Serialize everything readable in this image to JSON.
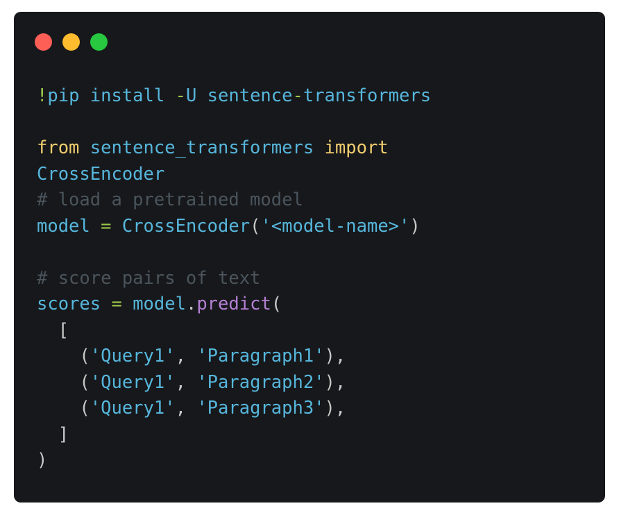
{
  "window": {
    "controls": [
      {
        "name": "close",
        "color": "#fd5f57"
      },
      {
        "name": "minimize",
        "color": "#febc2e"
      },
      {
        "name": "maximize",
        "color": "#28c840"
      }
    ],
    "background": "#17181b"
  },
  "code": {
    "language": "python",
    "lines": [
      [
        {
          "t": "operator",
          "v": "!"
        },
        {
          "t": "ident",
          "v": "pip install "
        },
        {
          "t": "operator",
          "v": "-"
        },
        {
          "t": "ident",
          "v": "U sentence"
        },
        {
          "t": "operator",
          "v": "-"
        },
        {
          "t": "ident",
          "v": "transformers"
        }
      ],
      [],
      [
        {
          "t": "keyword",
          "v": "from"
        },
        {
          "t": "ident",
          "v": " sentence_transformers "
        },
        {
          "t": "keyword",
          "v": "import"
        }
      ],
      [
        {
          "t": "ident",
          "v": "CrossEncoder"
        }
      ],
      [
        {
          "t": "comment",
          "v": "# load a pretrained model"
        }
      ],
      [
        {
          "t": "ident",
          "v": "model"
        },
        {
          "t": "default",
          "v": " "
        },
        {
          "t": "operator",
          "v": "="
        },
        {
          "t": "default",
          "v": " "
        },
        {
          "t": "ident",
          "v": "CrossEncoder"
        },
        {
          "t": "punct",
          "v": "("
        },
        {
          "t": "string",
          "v": "'<model-name>'"
        },
        {
          "t": "punct",
          "v": ")"
        }
      ],
      [],
      [
        {
          "t": "comment",
          "v": "# score pairs of text"
        }
      ],
      [
        {
          "t": "ident",
          "v": "scores"
        },
        {
          "t": "default",
          "v": " "
        },
        {
          "t": "operator",
          "v": "="
        },
        {
          "t": "default",
          "v": " "
        },
        {
          "t": "ident",
          "v": "model"
        },
        {
          "t": "punct",
          "v": "."
        },
        {
          "t": "method",
          "v": "predict"
        },
        {
          "t": "punct",
          "v": "("
        }
      ],
      [
        {
          "t": "punct",
          "v": "  ["
        }
      ],
      [
        {
          "t": "punct",
          "v": "    ("
        },
        {
          "t": "string",
          "v": "'Query1'"
        },
        {
          "t": "punct",
          "v": ", "
        },
        {
          "t": "string",
          "v": "'Paragraph1'"
        },
        {
          "t": "punct",
          "v": "),"
        }
      ],
      [
        {
          "t": "punct",
          "v": "    ("
        },
        {
          "t": "string",
          "v": "'Query1'"
        },
        {
          "t": "punct",
          "v": ", "
        },
        {
          "t": "string",
          "v": "'Paragraph2'"
        },
        {
          "t": "punct",
          "v": "),"
        }
      ],
      [
        {
          "t": "punct",
          "v": "    ("
        },
        {
          "t": "string",
          "v": "'Query1'"
        },
        {
          "t": "punct",
          "v": ", "
        },
        {
          "t": "string",
          "v": "'Paragraph3'"
        },
        {
          "t": "punct",
          "v": "),"
        }
      ],
      [
        {
          "t": "punct",
          "v": "  ]"
        }
      ],
      [
        {
          "t": "punct",
          "v": ")"
        }
      ]
    ]
  }
}
